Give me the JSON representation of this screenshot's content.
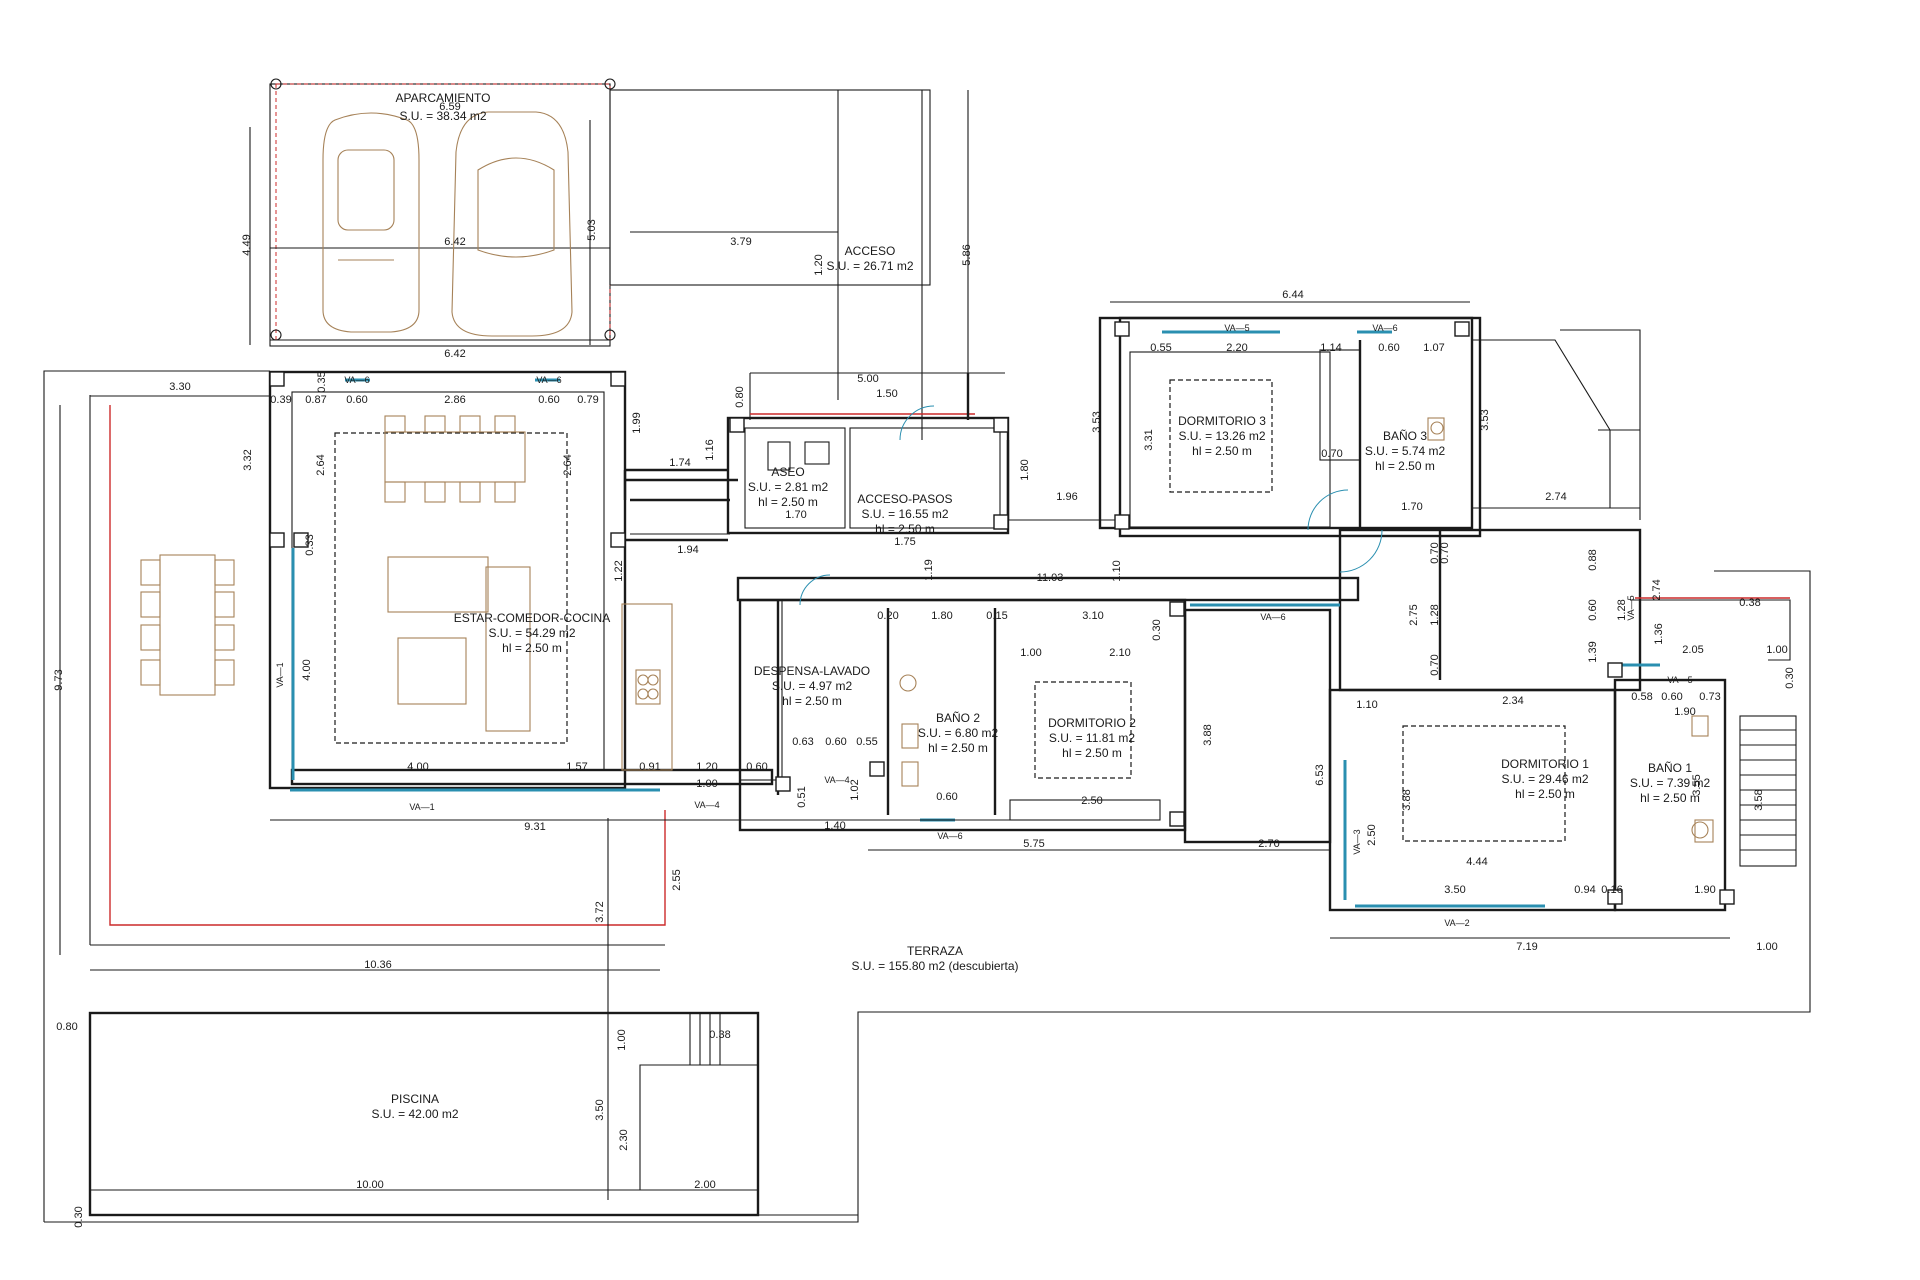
{
  "rooms": {
    "aparcamiento": {
      "name": "APARCAMIENTO",
      "area": "S.U. = 38.34 m2"
    },
    "acceso": {
      "name": "ACCESO",
      "area": "S.U. = 26.71 m2"
    },
    "aseo": {
      "name": "ASEO",
      "area": "S.U. = 2.81 m2",
      "height": "hl = 2.50 m"
    },
    "acceso_pasos": {
      "name": "ACCESO-PASOS",
      "area": "S.U. = 16.55 m2",
      "height": "hl = 2.50 m"
    },
    "estar": {
      "name": "ESTAR-COMEDOR-COCINA",
      "area": "S.U. = 54.29 m2",
      "height": "hl = 2.50 m"
    },
    "despensa": {
      "name": "DESPENSA-LAVADO",
      "area": "S.U. = 4.97 m2",
      "height": "hl = 2.50 m"
    },
    "bano2": {
      "name": "BAÑO 2",
      "area": "S.U. = 6.80 m2",
      "height": "hl = 2.50 m"
    },
    "dormitorio2": {
      "name": "DORMITORIO 2",
      "area": "S.U. = 11.81 m2",
      "height": "hl = 2.50 m"
    },
    "dormitorio3": {
      "name": "DORMITORIO 3",
      "area": "S.U. = 13.26 m2",
      "height": "hl = 2.50 m"
    },
    "bano3": {
      "name": "BAÑO 3",
      "area": "S.U. = 5.74 m2",
      "height": "hl = 2.50 m"
    },
    "dormitorio1": {
      "name": "DORMITORIO 1",
      "area": "S.U. = 29.46 m2",
      "height": "hl = 2.50 m"
    },
    "bano1": {
      "name": "BAÑO 1",
      "area": "S.U. = 7.39 m2",
      "height": "hl = 2.50 m"
    },
    "terraza": {
      "name": "TERRAZA",
      "area": "S.U. = 155.80 m2 (descubierta)"
    },
    "piscina": {
      "name": "PISCINA",
      "area": "S.U. = 42.00 m2"
    }
  },
  "window_tags": {
    "va1": "VA—1",
    "va2": "VA—2",
    "va3": "VA—3",
    "va4": "VA—4",
    "va5": "VA—5",
    "va6": "VA—6"
  },
  "dimensions": {
    "d_6_59": "6.59",
    "d_6_42_top": "6.42",
    "d_6_42_bot": "6.42",
    "d_4_49": "4.49",
    "d_5_03": "5.03",
    "d_3_79": "3.79",
    "d_1_20": "1.20",
    "d_5_86": "5.86",
    "d_6_44": "6.44",
    "d_3_30": "3.30",
    "d_3_32": "3.32",
    "d_0_39": "0.39",
    "d_0_87": "0.87",
    "d_0_35": "0.35",
    "d_0_60a": "0.60",
    "d_2_86": "2.86",
    "d_0_60b": "0.60",
    "d_0_79": "0.79",
    "d_1_99": "1.99",
    "d_1_74": "1.74",
    "d_1_16": "1.16",
    "d_5_00": "5.00",
    "d_0_80": "0.80",
    "d_1_50": "1.50",
    "d_2_64a": "2.64",
    "d_2_64b": "2.64",
    "d_1_70a": "1.70",
    "d_1_75": "1.75",
    "d_1_80": "1.80",
    "d_1_96": "1.96",
    "d_3_53a": "3.53",
    "d_0_55": "0.55",
    "d_2_20": "2.20",
    "d_1_14": "1.14",
    "d_0_60c": "0.60",
    "d_1_07": "1.07",
    "d_3_53b": "3.53",
    "d_3_31": "3.31",
    "d_0_70a": "0.70",
    "d_1_70b": "1.70",
    "d_2_74": "2.74",
    "d_1_94": "1.94",
    "d_1_22": "1.22",
    "d_1_19": "1.19",
    "d_11_03": "11.03",
    "d_1_10a": "1.10",
    "d_0_33": "0.33",
    "d_9_73": "9.73",
    "d_4_00v": "4.00",
    "d_4_00h": "4.00",
    "d_1_57": "1.57",
    "d_0_91": "0.91",
    "d_1_20b": "1.20",
    "d_0_60d": "0.60",
    "d_1_00a": "1.00",
    "d_9_31": "9.31",
    "d_0_51": "0.51",
    "d_1_02": "1.02",
    "d_1_40": "1.40",
    "d_0_63": "0.63",
    "d_0_60e": "0.60",
    "d_0_55b": "0.55",
    "d_0_20": "0.20",
    "d_1_80b": "1.80",
    "d_0_15": "0.15",
    "d_3_10": "3.10",
    "d_1_00b": "1.00",
    "d_2_10": "2.10",
    "d_0_30": "0.30",
    "d_0_60f": "0.60",
    "d_2_50a": "2.50",
    "d_5_75": "5.75",
    "d_3_88": "3.88",
    "d_2_70": "2.70",
    "d_6_53": "6.53",
    "d_2_75": "2.75",
    "d_0_70b": "0.70",
    "d_0_70c": "0.70",
    "d_0_88": "0.88",
    "d_1_28": "1.28",
    "d_0_60g": "0.60",
    "d_1_39": "1.39",
    "d_0_70d": "0.70",
    "d_2_34": "2.34",
    "d_1_10b": "1.10",
    "d_2_74b": "2.74",
    "d_1_36": "1.36",
    "d_0_38a": "0.38",
    "d_2_05": "2.05",
    "d_1_00c": "1.00",
    "d_0_30b": "0.30",
    "d_0_58": "0.58",
    "d_0_60h": "0.60",
    "d_0_73": "0.73",
    "d_1_90a": "1.90",
    "d_3_58": "3.58",
    "d_3_88b": "3.88",
    "d_2_50b": "2.50",
    "d_4_44": "4.44",
    "d_3_50": "3.50",
    "d_0_94": "0.94",
    "d_0_16": "0.16",
    "d_1_90b": "1.90",
    "d_3_55": "3.55",
    "d_7_19": "7.19",
    "d_1_00d": "1.00",
    "d_2_55": "2.55",
    "d_3_72": "3.72",
    "d_10_36": "10.36",
    "d_0_80b": "0.80",
    "d_1_00e": "1.00",
    "d_0_38b": "0.38",
    "d_3_50b": "3.50",
    "d_2_30": "2.30",
    "d_10_00": "10.00",
    "d_2_00": "2.00",
    "d_0_30c": "0.30",
    "d_1_28b": "1.28"
  },
  "colors": {
    "wall": "#1a1a1a",
    "red_line": "#cc2a2a",
    "glazing": "#2a8fb0",
    "furniture": "#a68258"
  }
}
